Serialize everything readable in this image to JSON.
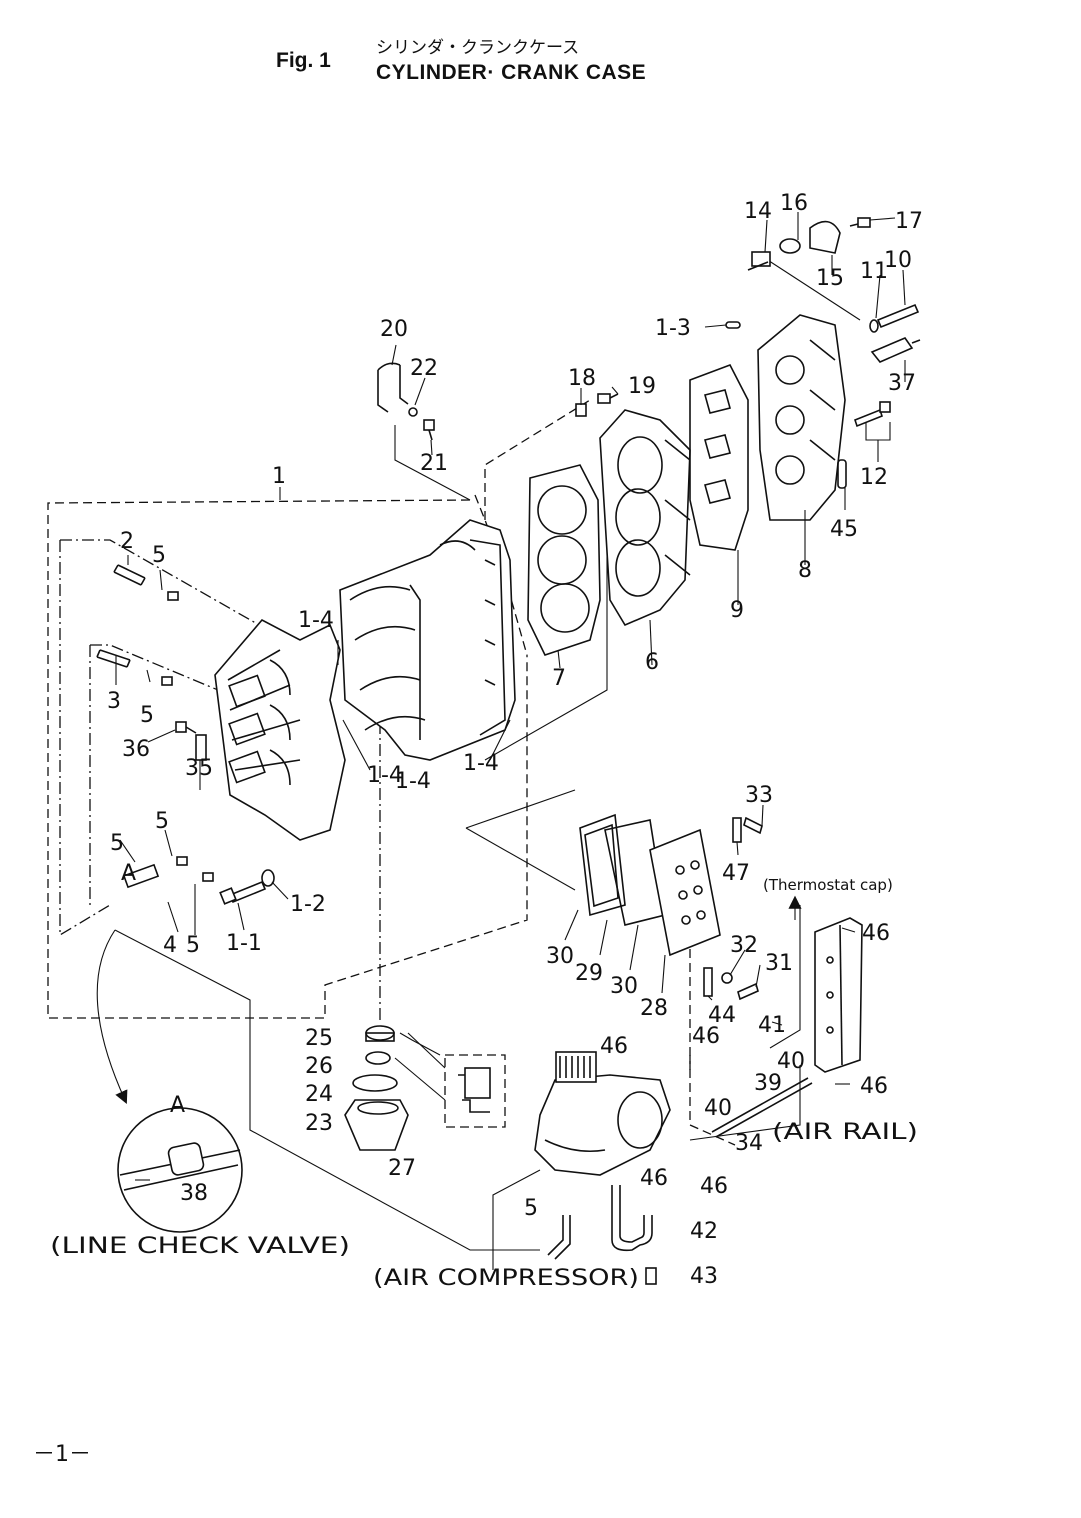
{
  "header": {
    "fig_label": "Fig. 1",
    "title_jp": "シリンダ・クランクケース",
    "title_en": "CYLINDER· CRANK CASE"
  },
  "page_number": "－1－",
  "part_labels": [
    "1",
    "1-1",
    "1-2",
    "1-3",
    "1-4",
    "1-4",
    "1-4",
    "1-4",
    "2",
    "3",
    "4",
    "5",
    "5",
    "5",
    "5",
    "5",
    "5",
    "6",
    "7",
    "8",
    "9",
    "10",
    "11",
    "12",
    "14",
    "15",
    "16",
    "17",
    "18",
    "19",
    "20",
    "21",
    "22",
    "23",
    "24",
    "25",
    "26",
    "27",
    "28",
    "29",
    "30",
    "30",
    "31",
    "32",
    "33",
    "34",
    "35",
    "36",
    "37",
    "38",
    "39",
    "40",
    "40",
    "41",
    "42",
    "43",
    "44",
    "45",
    "46",
    "46",
    "46",
    "46",
    "46",
    "47",
    "A",
    "A"
  ],
  "group_labels": {
    "line_check_valve": "(LINE CHECK VALVE)",
    "air_compressor": "(AIR COMPRESSOR)",
    "air_rail": "(AIR RAIL)",
    "thermostat_cap": "(Thermostat cap)"
  },
  "colors": {
    "line": "#111111",
    "background": "#ffffff"
  }
}
